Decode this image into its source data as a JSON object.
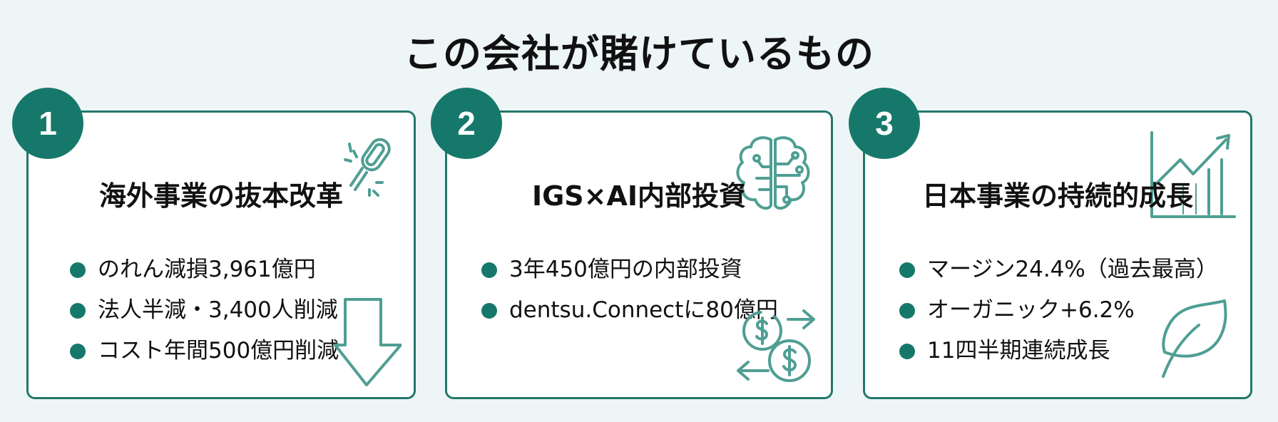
{
  "page": {
    "title": "この会社が賭けているもの",
    "accent_color": "#16786a",
    "border_color": "#23776a",
    "icon_color": "#4f9e93",
    "background_color": "#eef5f6"
  },
  "cards": [
    {
      "number": "1",
      "heading": "海外事業の抜本改革",
      "icons": [
        "broken-chain-icon",
        "down-arrow-icon"
      ],
      "bullets": [
        "のれん減損3,961億円",
        "法人半減・3,400人削減",
        "コスト年間500億円削減"
      ]
    },
    {
      "number": "2",
      "heading": "IGS×AI内部投資",
      "icons": [
        "brain-circuit-icon",
        "money-exchange-icon"
      ],
      "bullets": [
        "3年450億円の内部投資",
        "dentsu.Connectに80億円"
      ]
    },
    {
      "number": "3",
      "heading": "日本事業の持続的成長",
      "icons": [
        "growth-chart-icon",
        "leaf-icon"
      ],
      "bullets": [
        "マージン24.4%（過去最高）",
        "オーガニック+6.2%",
        "11四半期連続成長"
      ]
    }
  ]
}
